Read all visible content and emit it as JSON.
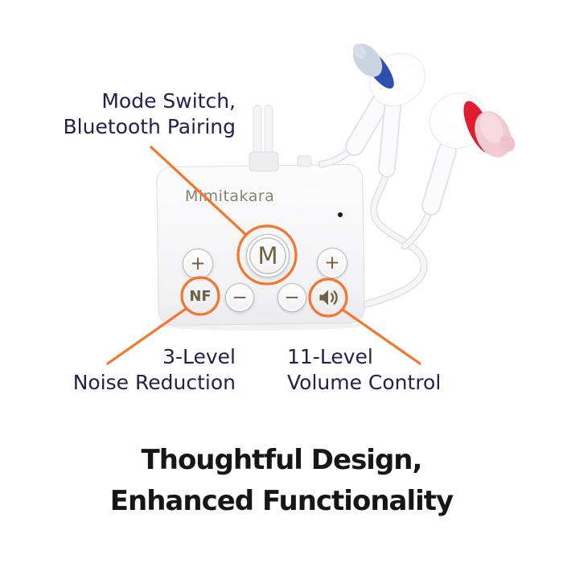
{
  "callouts": {
    "mode": {
      "line1": "Mode Switch,",
      "line2": "Bluetooth Pairing"
    },
    "noise": {
      "line1": "3-Level",
      "line2": "Noise Reduction"
    },
    "volume": {
      "line1": "11-Level",
      "line2": "Volume Control"
    }
  },
  "device": {
    "brand": "Mimitakara",
    "buttons": {
      "mode": "M",
      "noise_filter": "NF",
      "volume_up": "+",
      "volume_down": "−",
      "volume_icon": "speaker-with-sound-waves"
    }
  },
  "heading": {
    "line1": "Thoughtful Design,",
    "line2": "Enhanced Functionality"
  },
  "colors": {
    "accent_orange": "#F4752B",
    "label_navy": "#23204F",
    "heading_black": "#161616",
    "brand_text": "#8B8173",
    "button_glyph": "#6E6040",
    "earbud_ring_blue": "#2D4FAE",
    "earbud_ring_red": "#DF1E31"
  }
}
